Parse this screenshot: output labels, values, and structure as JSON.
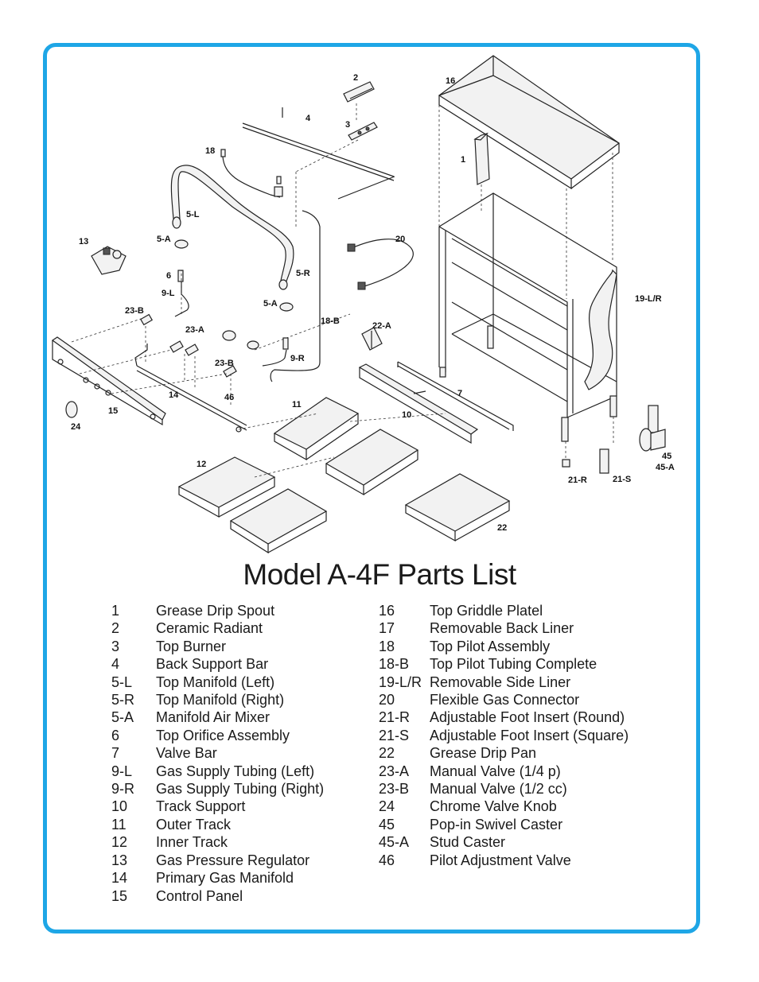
{
  "title": "Model A-4F Parts List",
  "callouts": [
    "1",
    "2",
    "3",
    "4",
    "5-L",
    "5-R",
    "5-A",
    "5-A",
    "6",
    "7",
    "9-L",
    "9-R",
    "10",
    "11",
    "12",
    "13",
    "14",
    "15",
    "16",
    "18",
    "18-B",
    "19-L/R",
    "20",
    "21-R",
    "21-S",
    "22",
    "22-A",
    "23-A",
    "23-B",
    "23-B",
    "24",
    "45",
    "45-A",
    "46"
  ],
  "parts_left": [
    {
      "num": "1",
      "desc": "Grease Drip Spout"
    },
    {
      "num": "2",
      "desc": "Ceramic Radiant"
    },
    {
      "num": "3",
      "desc": "Top Burner"
    },
    {
      "num": "4",
      "desc": "Back Support Bar"
    },
    {
      "num": "5-L",
      "desc": "Top Manifold (Left)"
    },
    {
      "num": "5-R",
      "desc": "Top Manifold (Right)"
    },
    {
      "num": "5-A",
      "desc": "Manifold Air Mixer"
    },
    {
      "num": "6",
      "desc": "Top Orifice Assembly"
    },
    {
      "num": "7",
      "desc": "Valve Bar"
    },
    {
      "num": "9-L",
      "desc": "Gas Supply Tubing (Left)"
    },
    {
      "num": "9-R",
      "desc": "Gas Supply Tubing (Right)"
    },
    {
      "num": "10",
      "desc": "Track Support"
    },
    {
      "num": "11",
      "desc": "Outer Track"
    },
    {
      "num": "12",
      "desc": "Inner Track"
    },
    {
      "num": "13",
      "desc": "Gas Pressure Regulator"
    },
    {
      "num": "14",
      "desc": "Primary Gas Manifold"
    },
    {
      "num": "15",
      "desc": "Control Panel"
    }
  ],
  "parts_right": [
    {
      "num": "16",
      "desc": "Top Griddle Platel"
    },
    {
      "num": "17",
      "desc": "Removable Back Liner"
    },
    {
      "num": "18",
      "desc": "Top Pilot Assembly"
    },
    {
      "num": "18-B",
      "desc": "Top Pilot Tubing Complete"
    },
    {
      "num": "19-L/R",
      "desc": "Removable Side Liner"
    },
    {
      "num": "20",
      "desc": "Flexible Gas Connector"
    },
    {
      "num": "21-R",
      "desc": "Adjustable Foot Insert (Round)"
    },
    {
      "num": "21-S",
      "desc": "Adjustable Foot Insert (Square)"
    },
    {
      "num": "22",
      "desc": "Grease Drip Pan"
    },
    {
      "num": "23-A",
      "desc": "Manual Valve (1/4 p)"
    },
    {
      "num": "23-B",
      "desc": "Manual Valve (1/2 cc)"
    },
    {
      "num": "24",
      "desc": "Chrome Valve Knob"
    },
    {
      "num": "45",
      "desc": "Pop-in Swivel Caster"
    },
    {
      "num": "45-A",
      "desc": "Stud Caster"
    },
    {
      "num": "46",
      "desc": "Pilot Adjustment Valve"
    }
  ],
  "colors": {
    "frame": "#1ea6e6",
    "text": "#1a1a1a"
  }
}
